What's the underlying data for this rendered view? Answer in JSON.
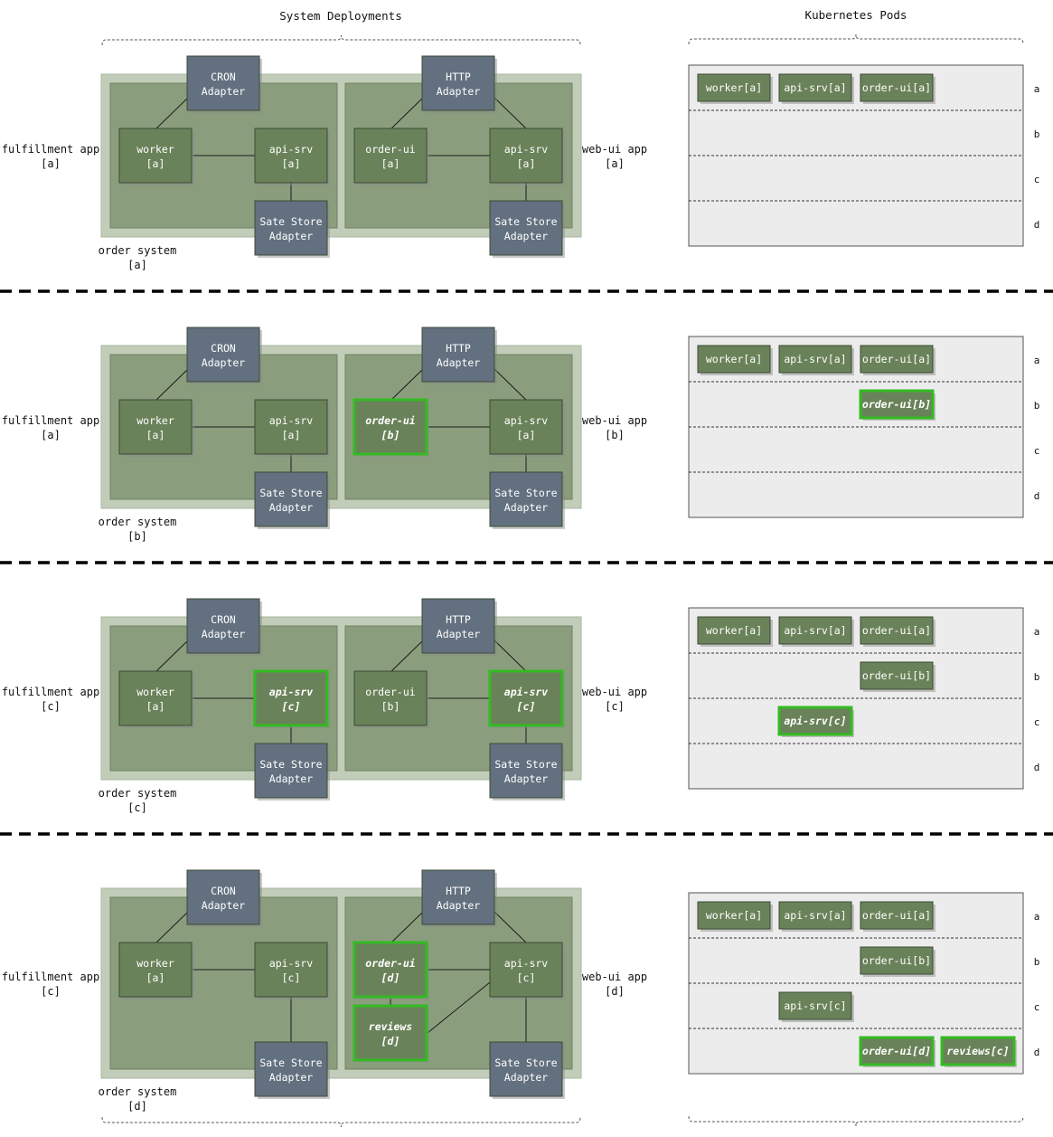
{
  "headers": {
    "left": "System Deployments",
    "right": "Kubernetes Pods"
  },
  "colors": {
    "outer_panel": "#c2cdb9",
    "app_panel": "#8a9e7e",
    "node": "#6a8259",
    "adapter": "#62707f",
    "highlight_border": "#33bb22",
    "pods_bg": "#ececec",
    "edge": "#1a1a1a",
    "separator": "#000000"
  },
  "row_labels": [
    "a",
    "b",
    "c",
    "d"
  ],
  "sections": [
    {
      "fulfillment_label": [
        "fulfillment app",
        "[a]"
      ],
      "webui_label": [
        "web-ui app",
        "[a]"
      ],
      "system_label": [
        "order system",
        "[a]"
      ],
      "cron": [
        "CRON",
        "Adapter"
      ],
      "http": [
        "HTTP",
        "Adapter"
      ],
      "ful_store": [
        "Sate Store",
        "Adapter"
      ],
      "web_store": [
        "Sate Store",
        "Adapter"
      ],
      "worker": {
        "lines": [
          "worker",
          "[a]"
        ],
        "highlight": false
      },
      "ful_api": {
        "lines": [
          "api-srv",
          "[a]"
        ],
        "highlight": false
      },
      "order_ui": {
        "lines": [
          "order-ui",
          "[a]"
        ],
        "highlight": false
      },
      "web_api": {
        "lines": [
          "api-srv",
          "[a]"
        ],
        "highlight": false
      },
      "reviews": null,
      "pods": [
        {
          "row": 0,
          "col": 0,
          "label": "worker[a]",
          "highlight": false
        },
        {
          "row": 0,
          "col": 1,
          "label": "api-srv[a]",
          "highlight": false
        },
        {
          "row": 0,
          "col": 2,
          "label": "order-ui[a]",
          "highlight": false
        }
      ]
    },
    {
      "fulfillment_label": [
        "fulfillment app",
        "[a]"
      ],
      "webui_label": [
        "web-ui app",
        "[b]"
      ],
      "system_label": [
        "order system",
        "[b]"
      ],
      "cron": [
        "CRON",
        "Adapter"
      ],
      "http": [
        "HTTP",
        "Adapter"
      ],
      "ful_store": [
        "Sate Store",
        "Adapter"
      ],
      "web_store": [
        "Sate Store",
        "Adapter"
      ],
      "worker": {
        "lines": [
          "worker",
          "[a]"
        ],
        "highlight": false
      },
      "ful_api": {
        "lines": [
          "api-srv",
          "[a]"
        ],
        "highlight": false
      },
      "order_ui": {
        "lines": [
          "order-ui",
          "[b]"
        ],
        "highlight": true
      },
      "web_api": {
        "lines": [
          "api-srv",
          "[a]"
        ],
        "highlight": false
      },
      "reviews": null,
      "pods": [
        {
          "row": 0,
          "col": 0,
          "label": "worker[a]",
          "highlight": false
        },
        {
          "row": 0,
          "col": 1,
          "label": "api-srv[a]",
          "highlight": false
        },
        {
          "row": 0,
          "col": 2,
          "label": "order-ui[a]",
          "highlight": false
        },
        {
          "row": 1,
          "col": 2,
          "label": "order-ui[b]",
          "highlight": true
        }
      ]
    },
    {
      "fulfillment_label": [
        "fulfillment app",
        "[c]"
      ],
      "webui_label": [
        "web-ui app",
        "[c]"
      ],
      "system_label": [
        "order system",
        "[c]"
      ],
      "cron": [
        "CRON",
        "Adapter"
      ],
      "http": [
        "HTTP",
        "Adapter"
      ],
      "ful_store": [
        "Sate Store",
        "Adapter"
      ],
      "web_store": [
        "Sate Store",
        "Adapter"
      ],
      "worker": {
        "lines": [
          "worker",
          "[a]"
        ],
        "highlight": false
      },
      "ful_api": {
        "lines": [
          "api-srv",
          "[c]"
        ],
        "highlight": true
      },
      "order_ui": {
        "lines": [
          "order-ui",
          "[b]"
        ],
        "highlight": false
      },
      "web_api": {
        "lines": [
          "api-srv",
          "[c]"
        ],
        "highlight": true
      },
      "reviews": null,
      "pods": [
        {
          "row": 0,
          "col": 0,
          "label": "worker[a]",
          "highlight": false
        },
        {
          "row": 0,
          "col": 1,
          "label": "api-srv[a]",
          "highlight": false
        },
        {
          "row": 0,
          "col": 2,
          "label": "order-ui[a]",
          "highlight": false
        },
        {
          "row": 1,
          "col": 2,
          "label": "order-ui[b]",
          "highlight": false
        },
        {
          "row": 2,
          "col": 1,
          "label": "api-srv[c]",
          "highlight": true
        }
      ]
    },
    {
      "fulfillment_label": [
        "fulfillment app",
        "[c]"
      ],
      "webui_label": [
        "web-ui app",
        "[d]"
      ],
      "system_label": [
        "order system",
        "[d]"
      ],
      "cron": [
        "CRON",
        "Adapter"
      ],
      "http": [
        "HTTP",
        "Adapter"
      ],
      "ful_store": [
        "Sate Store",
        "Adapter"
      ],
      "web_store": [
        "Sate Store",
        "Adapter"
      ],
      "worker": {
        "lines": [
          "worker",
          "[a]"
        ],
        "highlight": false
      },
      "ful_api": {
        "lines": [
          "api-srv",
          "[c]"
        ],
        "highlight": false
      },
      "order_ui": {
        "lines": [
          "order-ui",
          "[d]"
        ],
        "highlight": true
      },
      "web_api": {
        "lines": [
          "api-srv",
          "[c]"
        ],
        "highlight": false
      },
      "reviews": {
        "lines": [
          "reviews",
          "[d]"
        ],
        "highlight": true
      },
      "pods": [
        {
          "row": 0,
          "col": 0,
          "label": "worker[a]",
          "highlight": false
        },
        {
          "row": 0,
          "col": 1,
          "label": "api-srv[a]",
          "highlight": false
        },
        {
          "row": 0,
          "col": 2,
          "label": "order-ui[a]",
          "highlight": false
        },
        {
          "row": 1,
          "col": 2,
          "label": "order-ui[b]",
          "highlight": false
        },
        {
          "row": 2,
          "col": 1,
          "label": "api-srv[c]",
          "highlight": false
        },
        {
          "row": 3,
          "col": 2,
          "label": "order-ui[d]",
          "highlight": true
        },
        {
          "row": 3,
          "col": 3,
          "label": "reviews[c]",
          "highlight": true
        }
      ]
    }
  ]
}
